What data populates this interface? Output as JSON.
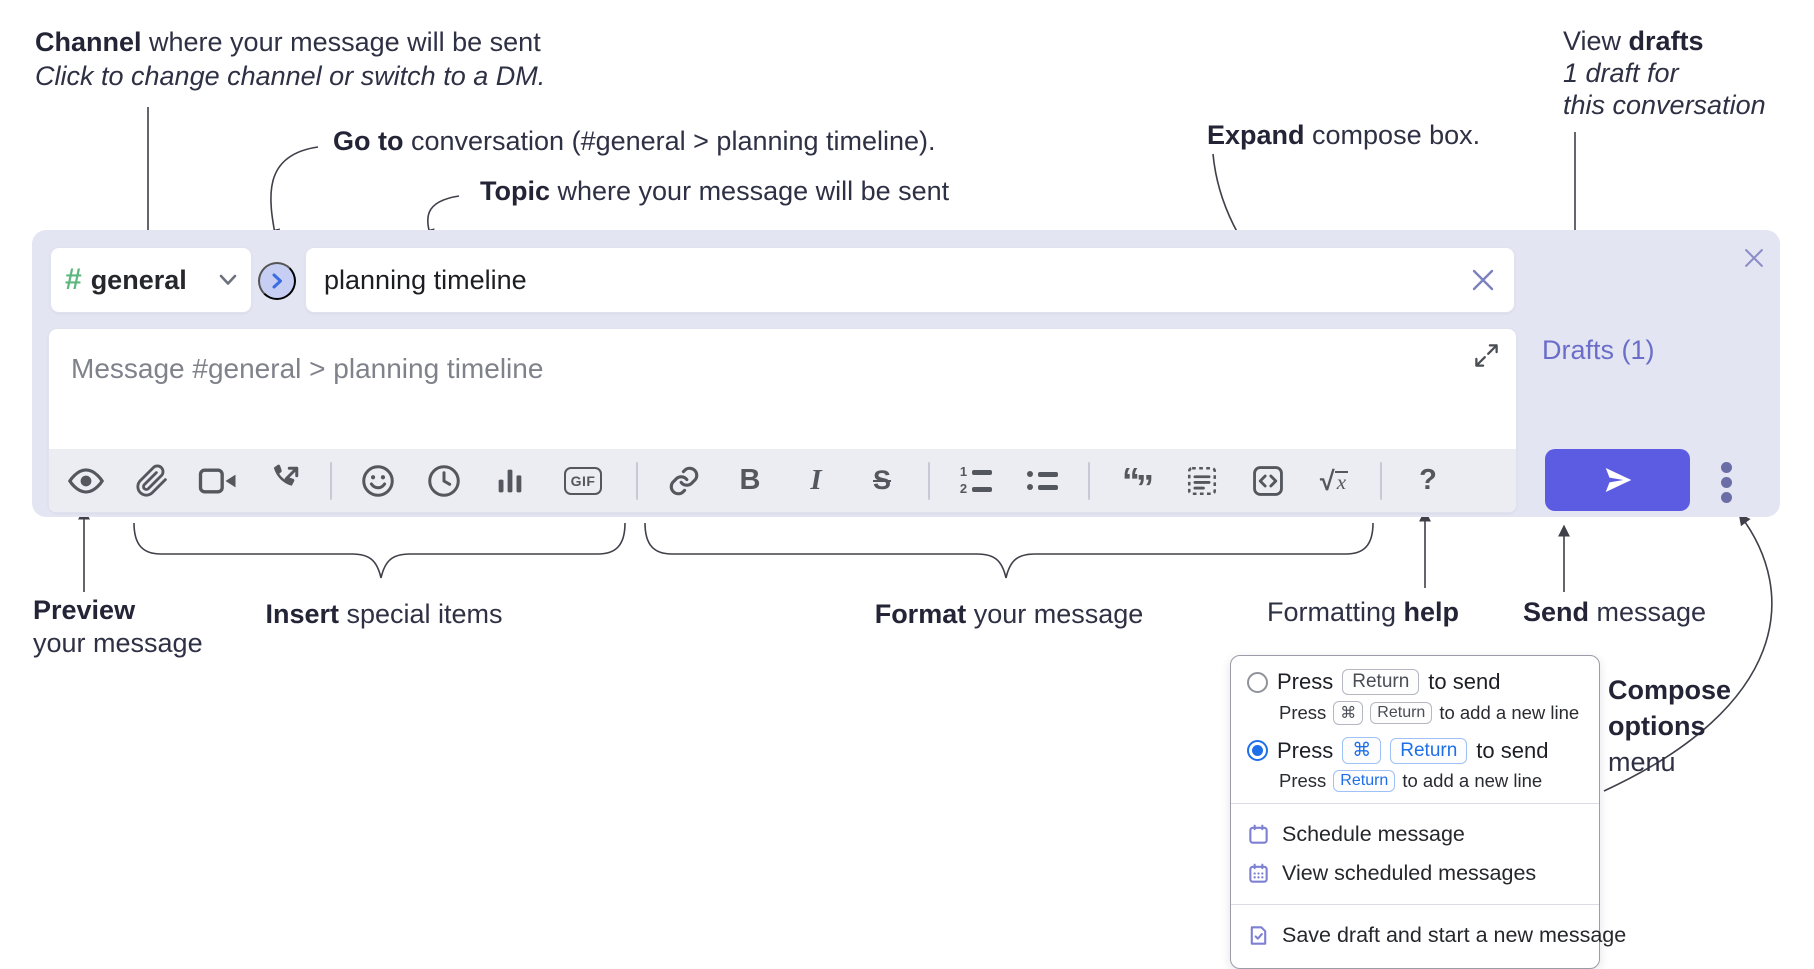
{
  "annotations": {
    "channel": {
      "bold": "Channel",
      "rest": " where your message will be sent",
      "sub": "Click to change channel or switch to a DM."
    },
    "goto": {
      "bold": "Go to",
      "rest": " conversation (#general > planning timeline)."
    },
    "topic": {
      "bold": "Topic",
      "rest": " where your message will be sent"
    },
    "expand": {
      "bold": "Expand",
      "rest": " compose box."
    },
    "view_drafts": {
      "pre": "View ",
      "bold": "drafts",
      "line2": "1 draft for",
      "line3": "this conversation"
    },
    "preview": {
      "bold": "Preview",
      "line2": "your message"
    },
    "insert": {
      "bold": "Insert",
      "rest": " special items"
    },
    "format": {
      "bold": "Format",
      "rest": " your message"
    },
    "help": {
      "pre": "Formatting ",
      "bold": "help"
    },
    "send": {
      "bold": "Send",
      "rest": " message"
    },
    "compose_menu": {
      "line1": "Compose",
      "line2": "options",
      "line3": "menu"
    }
  },
  "composer": {
    "channel_hash": "#",
    "channel_name": "general",
    "topic_value": "planning timeline",
    "message_placeholder": "Message #general > planning timeline",
    "drafts_link": "Drafts (1)",
    "toolbar": {
      "bold": "B",
      "italic": "I",
      "strike": "S",
      "gif": "GIF",
      "ordered_1": "1",
      "ordered_2": "2",
      "quote_open": "“",
      "quote_close": "”",
      "math_root": "√",
      "math_var": "x",
      "help": "?"
    }
  },
  "popup": {
    "option_return": {
      "press": "Press",
      "key_return": "Return",
      "to_send": "to send",
      "sub_press": "Press",
      "sub_key_cmd": "⌘",
      "sub_key_return": "Return",
      "sub_rest": "to add a new line"
    },
    "option_cmd_return": {
      "press": "Press",
      "key_cmd": "⌘",
      "key_return": "Return",
      "to_send": "to send",
      "sub_press": "Press",
      "sub_key_return": "Return",
      "sub_rest": "to add a new line"
    },
    "items": [
      "Schedule message",
      "View scheduled messages",
      "Save draft and start a new message"
    ]
  },
  "colors": {
    "accent_send": "#5b5ce2",
    "panel_background": "#e3e5f2",
    "drafts_link": "#6b6ec8",
    "radio_selected": "#1f6fe8",
    "menu_icon": "#7e80d4",
    "channel_hash_green": "#5cb87f"
  }
}
